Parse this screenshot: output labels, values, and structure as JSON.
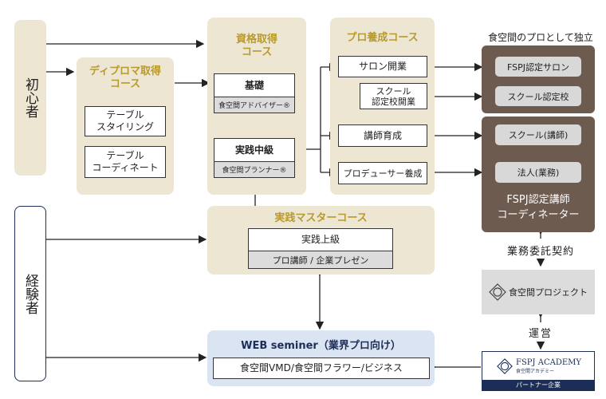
{
  "beginner": {
    "label": "初心者"
  },
  "experienced": {
    "label": "経験者"
  },
  "diploma": {
    "title": "ディプロマ取得\nコース",
    "items": [
      "テーブル\nスタイリング",
      "テーブル\nコーディネート"
    ]
  },
  "license": {
    "title": "資格取得\nコース",
    "basic": {
      "label": "基礎",
      "sub": "食空間アドバイザー®"
    },
    "practical": {
      "label": "実践中級",
      "sub": "食空間プランナー®"
    }
  },
  "pro": {
    "title": "プロ養成コース",
    "items": [
      "サロン開業",
      "スクール\n認定校開業",
      "講師育成",
      "プロデューサー養成"
    ]
  },
  "master": {
    "title": "実践マスターコース",
    "box": {
      "label": "実践上級",
      "sub": "プロ講師 / 企業プレゼン"
    }
  },
  "web": {
    "title": "WEB seminer（業界プロ向け）",
    "box": "食空間VMD/食空間フラワー/ビジネス"
  },
  "independence": {
    "heading": "食空間のプロとして独立",
    "items": [
      "FSPJ認定サロン",
      "スクール認定校"
    ]
  },
  "lecturer": {
    "items": [
      "スクール(講師)",
      "法人(業務)"
    ],
    "label": "FSPJ認定講師\nコーディネーター"
  },
  "contract": "業務委託契約",
  "project": {
    "name": "食空間プロジェクト"
  },
  "operation": "運営",
  "academy": {
    "name": "FSPJ ACADEMY",
    "sub": "食空間アカデミー",
    "band": "パートナー企業"
  },
  "colors": {
    "panel_tan": "#ece6d3",
    "panel_blue": "#dbe4f3",
    "brown": "#6e5b50",
    "gold": "#b99a2e",
    "navy": "#1c2e55"
  }
}
